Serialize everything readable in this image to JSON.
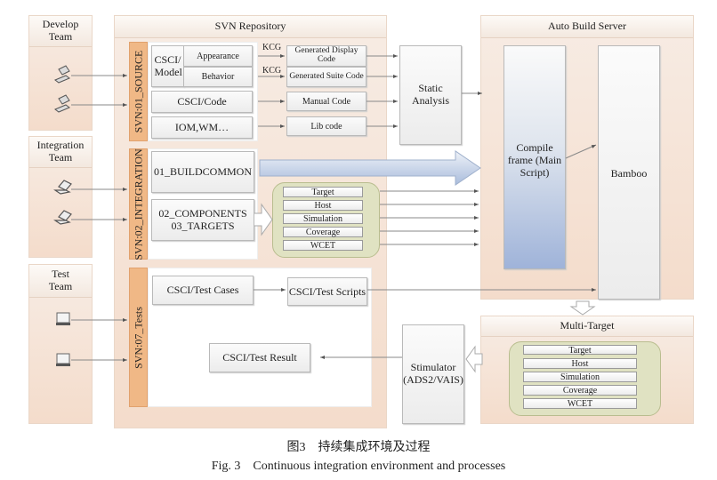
{
  "teams": {
    "develop": "Develop Team",
    "integration": "Integration Team",
    "test": "Test Team"
  },
  "svn": {
    "title": "SVN Repository",
    "source": {
      "label": "SVN:01_SOURCE",
      "model": "CSCI/ Model",
      "appearance": "Appearance",
      "behavior": "Behavior",
      "code": "CSCI/Code",
      "iom": "IOM,WM…",
      "kcg1": "KCG",
      "kcg2": "KCG",
      "gen_display": "Generated Display Code",
      "gen_suite": "Generated Suite Code",
      "manual": "Manual Code",
      "lib": "Lib code"
    },
    "integration": {
      "label": "SVN:02_INTEGRATION",
      "buildcommon": "01_BUILDCOMMON",
      "components": "02_COMPONENTS",
      "targets": "03_TARGETS",
      "items": [
        "Target",
        "Host",
        "Simulation",
        "Coverage",
        "WCET"
      ]
    },
    "tests": {
      "label": "SVN:07_Tests",
      "cases": "CSCI/Test Cases",
      "scripts": "CSCI/Test Scripts",
      "result": "CSCI/Test Result"
    }
  },
  "static_analysis": "Static Analysis",
  "auto_build": {
    "title": "Auto Build Server",
    "compile": "Compile frame (Main Script)",
    "bamboo": "Bamboo"
  },
  "multi_target": {
    "title": "Multi-Target",
    "items": [
      "Target",
      "Host",
      "Simulation",
      "Coverage",
      "WCET"
    ]
  },
  "stimulator": "Stimulator (ADS2/VAIS)",
  "caption": {
    "cn": "图3　持续集成环境及过程",
    "en": "Fig. 3　Continuous integration environment and processes"
  }
}
